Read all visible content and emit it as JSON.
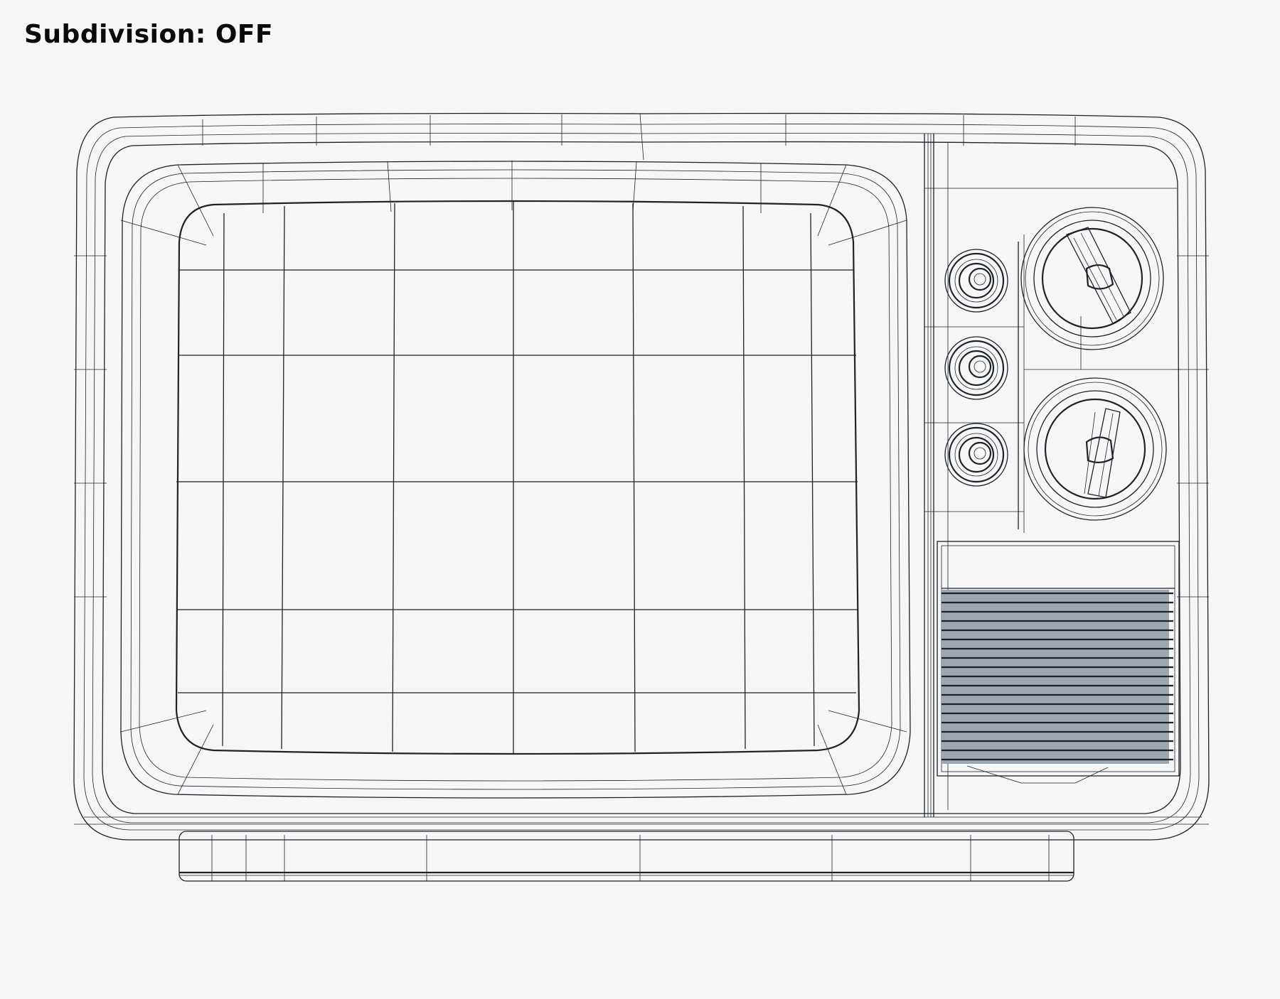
{
  "header": {
    "label": "Subdivision:",
    "state": "OFF"
  },
  "render": {
    "subject": "retro-portable-television-wireframe",
    "colors": {
      "background": "#f6f6f6",
      "surface": "#a9b2bb",
      "wire": "#1d232a",
      "title": "#0a0a0a"
    },
    "controls": {
      "small_knobs": 3,
      "large_dials": 2,
      "speaker_grille_slats": 19
    }
  }
}
